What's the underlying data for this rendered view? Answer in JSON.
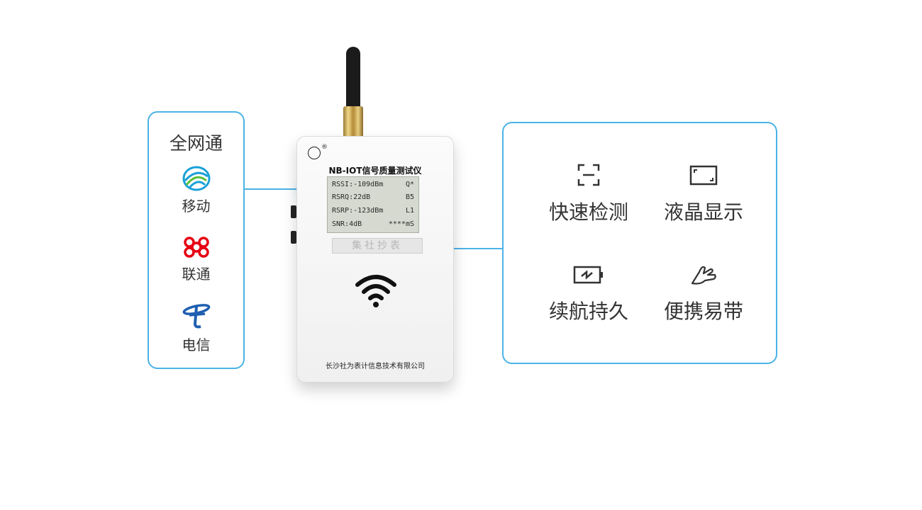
{
  "carriers": {
    "title": "全网通",
    "items": [
      {
        "label": "移动",
        "icon": "china-mobile-logo-icon",
        "color": "#1aa0d8"
      },
      {
        "label": "联通",
        "icon": "china-unicom-logo-icon",
        "color": "#e60012"
      },
      {
        "label": "电信",
        "icon": "china-telecom-logo-icon",
        "color": "#1f5fb0"
      }
    ]
  },
  "device": {
    "title": "NB-IOT信号质量测试仪",
    "lcd": [
      {
        "left": "RSSI:-109dBm",
        "right": "Q*"
      },
      {
        "left": "RSRQ:22dB",
        "right": "B5"
      },
      {
        "left": "RSRP:-123dBm",
        "right": "L1"
      },
      {
        "left": "SNR:4dB",
        "right": "****mS"
      }
    ],
    "watermark": "集社抄表",
    "company": "长沙社为表计信息技术有限公司"
  },
  "features": [
    {
      "label": "快速检测",
      "icon": "scan-frame-icon"
    },
    {
      "label": "液晶显示",
      "icon": "screen-frame-icon"
    },
    {
      "label": "续航持久",
      "icon": "battery-charging-icon"
    },
    {
      "label": "便携易带",
      "icon": "hand-icon"
    }
  ],
  "accent_color": "#4bb3e6"
}
